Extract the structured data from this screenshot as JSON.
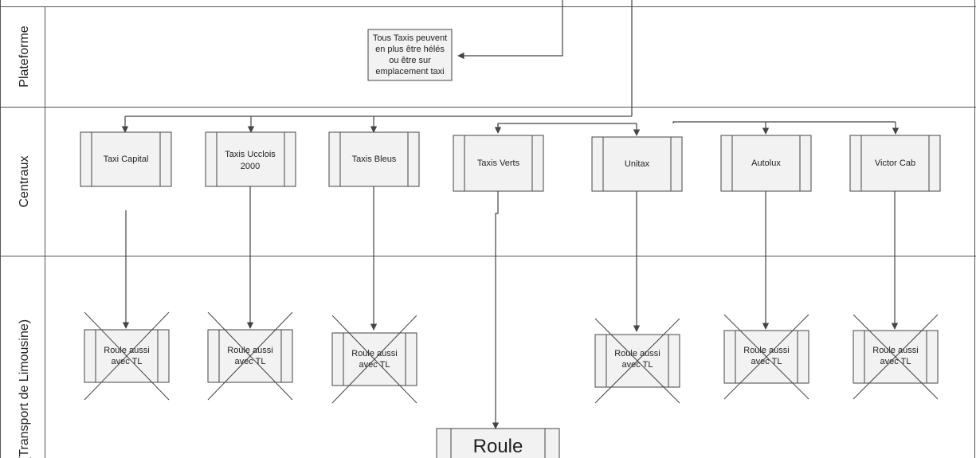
{
  "lanes": [
    {
      "id": "plateforme",
      "label": "Plateforme"
    },
    {
      "id": "centraux",
      "label": "Centraux"
    },
    {
      "id": "tl",
      "label": "(Transport de Limousine)"
    }
  ],
  "note": {
    "lines": [
      "Tous Taxis peuvent",
      "en plus être hélés",
      "ou être sur",
      "emplacement taxi"
    ]
  },
  "centraux": [
    {
      "id": "taxi-capital",
      "lines": [
        "Taxi Capital"
      ]
    },
    {
      "id": "taxis-ucclois",
      "lines": [
        "Taxis Ucclois",
        "2000"
      ]
    },
    {
      "id": "taxis-bleus",
      "lines": [
        "Taxis Bleus"
      ]
    },
    {
      "id": "taxis-verts",
      "lines": [
        "Taxis Verts"
      ]
    },
    {
      "id": "unitax",
      "lines": [
        "Unitax"
      ]
    },
    {
      "id": "autolux",
      "lines": [
        "Autolux"
      ]
    },
    {
      "id": "victor-cab",
      "lines": [
        "Victor Cab"
      ]
    }
  ],
  "tl_boxes": [
    {
      "lines": [
        "Roule aussi",
        "avec TL"
      ],
      "crossed": true
    },
    {
      "lines": [
        "Roule aussi",
        "avec TL"
      ],
      "crossed": true
    },
    {
      "lines": [
        "Roule aussi",
        "avec TL"
      ],
      "crossed": true
    },
    {
      "lines": [
        "Roule aussi",
        "avec TL"
      ],
      "crossed": true
    },
    {
      "lines": [
        "Roule aussi",
        "avec TL"
      ],
      "crossed": true
    },
    {
      "lines": [
        "Roule aussi",
        "avec TL"
      ],
      "crossed": true
    }
  ],
  "bottom_box": {
    "label": "Roule"
  },
  "colors": {
    "box_fill": "#f2f2f2",
    "stroke": "#444444",
    "lane_line": "#555555"
  }
}
